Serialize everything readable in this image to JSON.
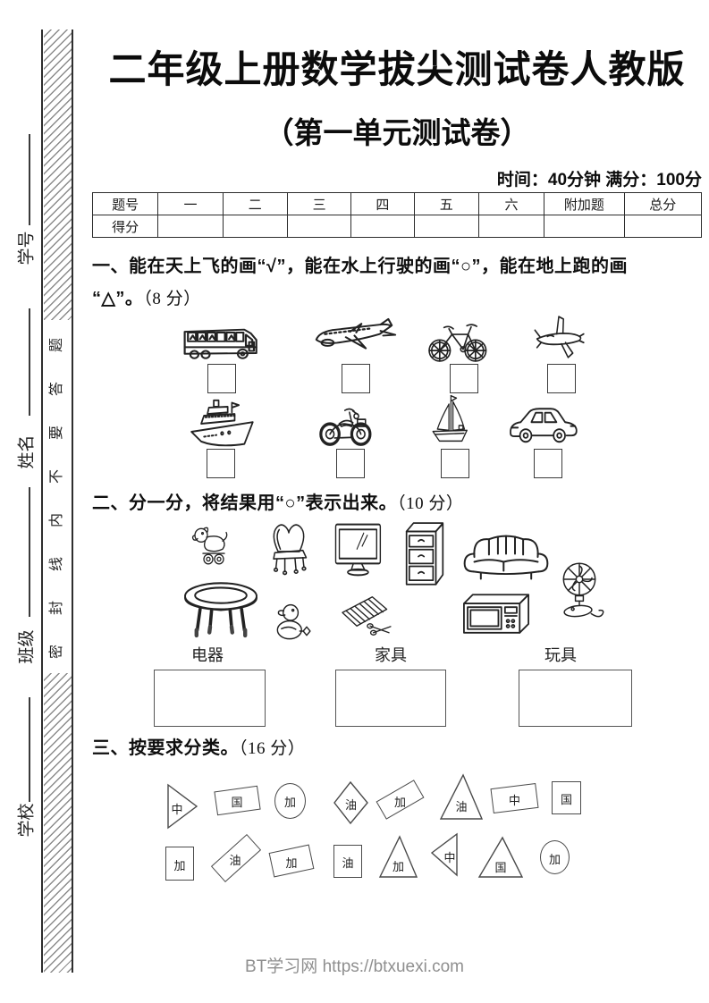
{
  "page": {
    "title": "二年级上册数学拔尖测试卷人教版",
    "subtitle": "（第一单元测试卷）",
    "meta": "时间：40分钟  满分：100分",
    "footer": "BT学习网 https://btxuexi.com"
  },
  "seal": {
    "labels": [
      "学号",
      "姓名",
      "班级",
      "学校"
    ],
    "line_chars": [
      "题",
      "答",
      "要",
      "不",
      "内",
      "线",
      "封",
      "密"
    ]
  },
  "score_table": {
    "headers": [
      "题号",
      "一",
      "二",
      "三",
      "四",
      "五",
      "六",
      "附加题",
      "总分"
    ],
    "row_label": "得分"
  },
  "q1": {
    "line1": "一、能在天上飞的画“√”，能在水上行驶的画“○”，能在地上跑的画",
    "line2": "“△”。",
    "score": "（8 分）",
    "row1_icons": [
      "bus",
      "airliner",
      "bicycle",
      "small-plane"
    ],
    "row2_icons": [
      "ship",
      "motorcycle",
      "sailboat",
      "car"
    ]
  },
  "q2": {
    "heading": "二、分一分，将结果用“○”表示出来。",
    "score": "（10 分）",
    "icons": [
      "toy-dog",
      "chair",
      "tv",
      "cabinet",
      "sofa",
      "electric-fan",
      "round-table",
      "toy-duck",
      "xylophone",
      "microwave"
    ],
    "categories": [
      "电器",
      "家具",
      "玩具"
    ]
  },
  "q3": {
    "heading": "三、按要求分类。",
    "score": "（16 分）",
    "row1": [
      {
        "shape": "triangle-right",
        "label": "中"
      },
      {
        "shape": "tilted-rect",
        "label": "国"
      },
      {
        "shape": "ellipse",
        "label": "加"
      },
      {
        "shape": "diamond",
        "label": "油"
      },
      {
        "shape": "tilted-rect-steep",
        "label": "加"
      },
      {
        "shape": "triangle-up",
        "label": "油"
      },
      {
        "shape": "tilted-rect",
        "label": "中"
      },
      {
        "shape": "rect",
        "label": "国"
      }
    ],
    "row2": [
      {
        "shape": "rect",
        "label": "加"
      },
      {
        "shape": "tilted-rect-45",
        "label": "油"
      },
      {
        "shape": "tilted-rect",
        "label": "加"
      },
      {
        "shape": "rect",
        "label": "油"
      },
      {
        "shape": "triangle-up",
        "label": "加"
      },
      {
        "shape": "triangle-left",
        "label": "中"
      },
      {
        "shape": "triangle-up",
        "label": "国"
      },
      {
        "shape": "ellipse",
        "label": "加"
      }
    ]
  }
}
